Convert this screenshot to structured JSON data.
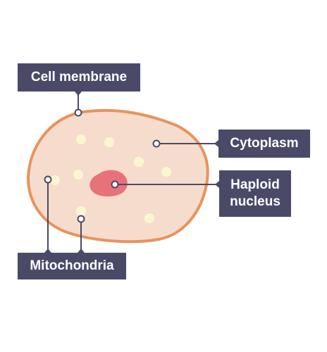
{
  "labels": {
    "cell_membrane": "Cell membrane",
    "cytoplasm": "Cytoplasm",
    "haploid_nucleus_line1": "Haploid",
    "haploid_nucleus_line2": "nucleus",
    "mitochondria": "Mitochondria"
  },
  "colors": {
    "membrane": "#e8935e",
    "cytoplasm": "#f6dccc",
    "nucleus": "#e8727a",
    "mitochondria": "#fbf6d2",
    "label_background": "#4a4a68",
    "label_text": "#ffffff",
    "leader_line": "#4a4a68"
  }
}
